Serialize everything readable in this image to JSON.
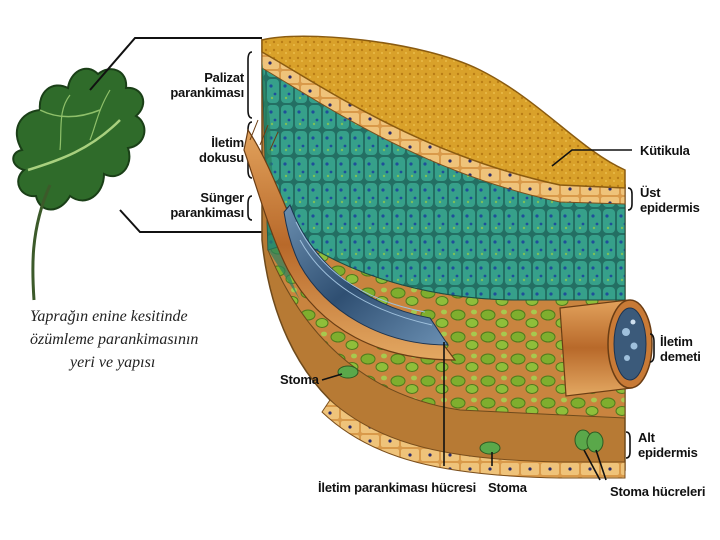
{
  "labels": {
    "palizat": [
      "Palizat",
      "parankiması"
    ],
    "iletim_dokusu": [
      "İletim",
      "dokusu"
    ],
    "sunger": [
      "Sünger",
      "parankiması"
    ],
    "kutikula": "Kütikula",
    "ust_epidermis": [
      "Üst",
      "epidermis"
    ],
    "iletim_demeti": [
      "İletim",
      "demeti"
    ],
    "alt_epidermis": [
      "Alt",
      "epidermis"
    ],
    "stoma_left": "Stoma",
    "iletim_parankimasi_hucresi": "İletim parankiması hücresi",
    "stoma_bottom": "Stoma",
    "stoma_hucreleri": "Stoma hücreleri"
  },
  "caption": [
    "Yaprağın enine kesitinde",
    "özümleme parankimasının",
    "yeri ve yapısı"
  ],
  "colors": {
    "cuticle": "#d9a12a",
    "palisade": "#2f8f7a",
    "spongy": "#c9843f",
    "chloroplast": "#7fae2e",
    "vein": "#3b5a7a",
    "leaf": "#2f6b2a"
  }
}
